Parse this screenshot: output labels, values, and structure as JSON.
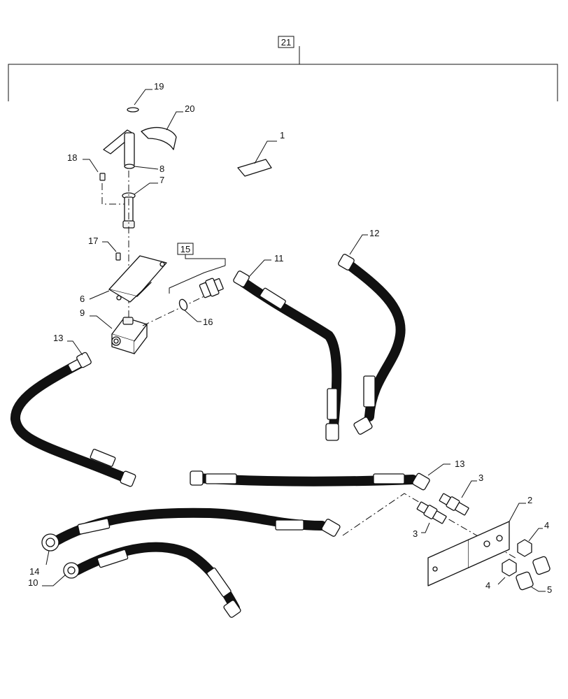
{
  "callouts": {
    "c1": "1",
    "c2": "2",
    "c3a": "3",
    "c3b": "3",
    "c4a": "4",
    "c4b": "4",
    "c5": "5",
    "c6": "6",
    "c7": "7",
    "c8": "8",
    "c9": "9",
    "c10": "10",
    "c11": "11",
    "c12": "12",
    "c13a": "13",
    "c13b": "13",
    "c14": "14",
    "c15": "15",
    "c16": "16",
    "c17": "17",
    "c18": "18",
    "c19": "19",
    "c20": "20",
    "c21": "21"
  }
}
